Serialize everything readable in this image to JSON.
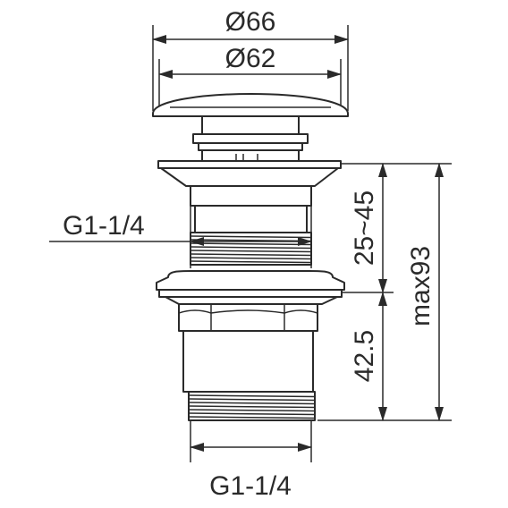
{
  "dimensions": {
    "outer_diameter": "Ø66",
    "inner_diameter": "Ø62",
    "top_thread": "G1-1/4",
    "bottom_thread": "G1-1/4",
    "adjust_range": "25~45",
    "body_height": "42.5",
    "max_height": "max93"
  },
  "colors": {
    "line": "#2a2a2a",
    "background": "#ffffff"
  }
}
